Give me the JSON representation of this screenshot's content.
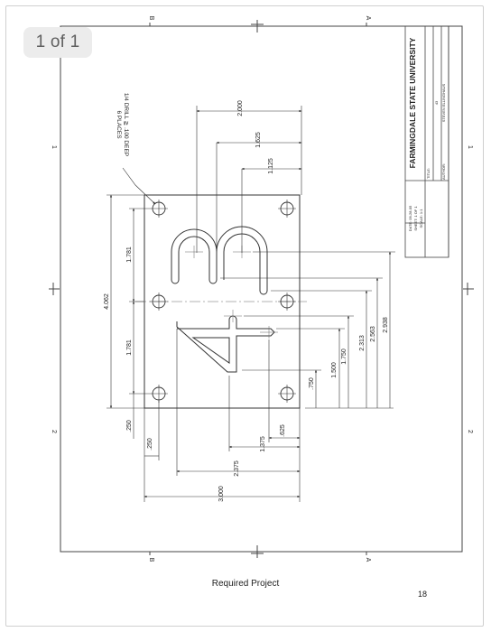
{
  "viewer": {
    "page_counter": "1 of 1"
  },
  "border_marks": {
    "top": [
      "B",
      "A"
    ],
    "bottom": [
      "B",
      "A"
    ],
    "left": [
      "1",
      "2"
    ],
    "right": [
      "1",
      "2"
    ]
  },
  "title_block": {
    "university": "FARMINGDALE STATE UNIVERSITY",
    "date": "DATE: 09-28-05",
    "sheet": "SHEET: 1 OF 1",
    "scale": "SCALE: 1:1",
    "title_label": "TITLE:",
    "title_value": "43",
    "author_label": "AUTHOR:",
    "author_value": "STEVEN ELLINGHAUS"
  },
  "drawing": {
    "callout_line1": "1/4 DRILL ≧ .100 DEEP",
    "callout_line2": "6 PLACES",
    "dims_right": [
      "2.000",
      "1.625",
      "1.125"
    ],
    "dims_left": [
      "4.062",
      "1.781",
      "1.781"
    ],
    "dims_left_bottom": [
      ".250"
    ],
    "dims_bottom": [
      "3.000",
      "2.375",
      "1.375",
      ".625",
      ".250"
    ],
    "dims_ordinate": [
      ".750",
      "1.500",
      "1.750",
      "2.313",
      "2.563",
      "2.938"
    ]
  },
  "footer": {
    "caption": "Required Project",
    "page_number": "18"
  }
}
